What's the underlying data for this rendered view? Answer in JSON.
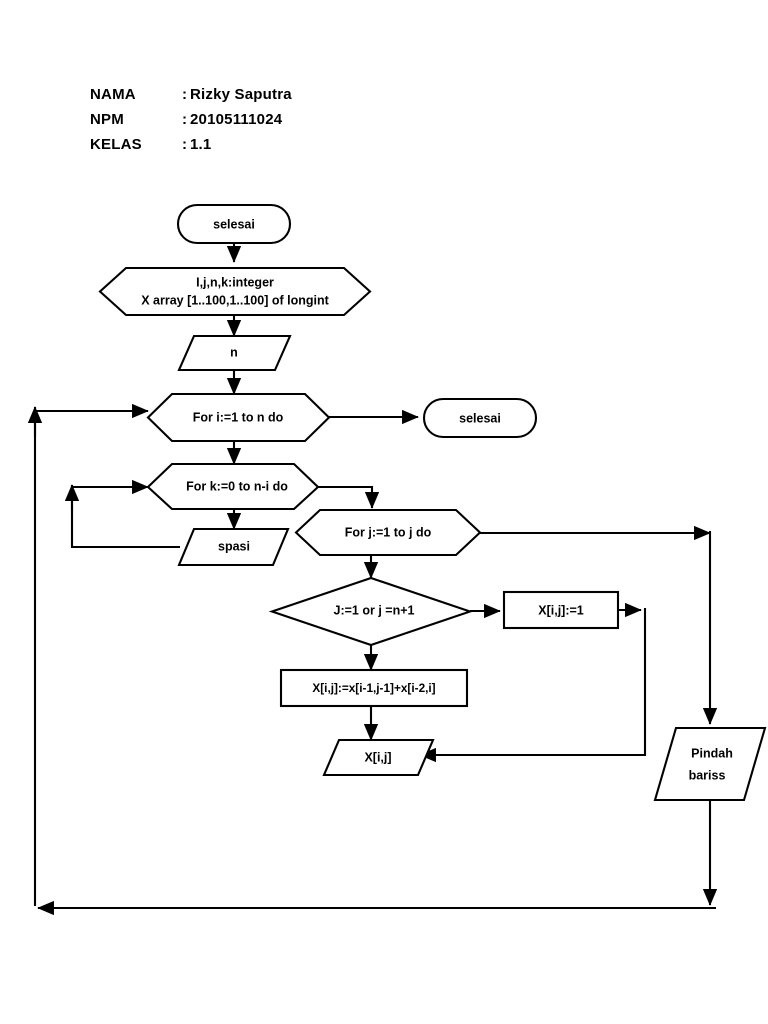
{
  "document": {
    "title": "Flowchart Pascal Triangle",
    "background_color": "#ffffff",
    "ink_color": "#000000"
  },
  "header": {
    "rows": [
      {
        "label": "NAMA",
        "separator": ":",
        "value": "Rizky Saputra"
      },
      {
        "label": "NPM",
        "separator": ":",
        "value": "20105111024"
      },
      {
        "label": "KELAS",
        "separator": ":",
        "value": "1.1"
      }
    ]
  },
  "flowchart": {
    "nodes": [
      {
        "id": "start",
        "shape": "terminator",
        "label": "selesai"
      },
      {
        "id": "declare",
        "shape": "hexagon",
        "label_line1": "I,j,n,k:integer",
        "label_line2": "X array [1..100,1..100] of longint"
      },
      {
        "id": "input_n",
        "shape": "parallelogram",
        "label": "n"
      },
      {
        "id": "for_i",
        "shape": "hexagon",
        "label": "For i:=1 to n do"
      },
      {
        "id": "end",
        "shape": "terminator",
        "label": "selesai"
      },
      {
        "id": "for_k",
        "shape": "hexagon",
        "label": "For k:=0 to n-i do"
      },
      {
        "id": "spasi",
        "shape": "parallelogram",
        "label": "spasi"
      },
      {
        "id": "for_j",
        "shape": "hexagon",
        "label": "For j:=1 to j do"
      },
      {
        "id": "decision",
        "shape": "diamond",
        "label": "J:=1 or j =n+1"
      },
      {
        "id": "assign_one",
        "shape": "process",
        "label": "X[i,j]:=1"
      },
      {
        "id": "assign_sum",
        "shape": "process",
        "label": "X[i,j]:=x[i-1,j-1]+x[i-2,i]"
      },
      {
        "id": "output_x",
        "shape": "parallelogram",
        "label": "X[i,j]"
      },
      {
        "id": "pindah",
        "shape": "parallelogram",
        "label_line1": "Pindah",
        "label_line2": "bariss"
      }
    ]
  }
}
